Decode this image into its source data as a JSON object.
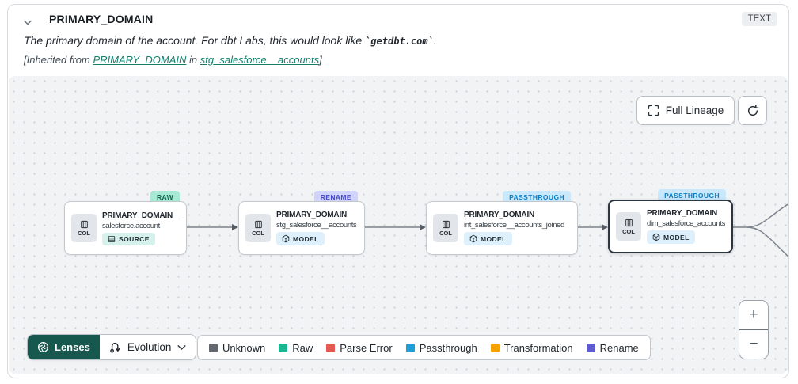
{
  "header": {
    "title": "PRIMARY_DOMAIN",
    "type_badge": "TEXT",
    "description": {
      "prefix": "The primary domain of the account. For dbt Labs, this would look like ",
      "code": "`getdbt.com`",
      "suffix": "."
    },
    "inherited": {
      "prefix": "[Inherited from ",
      "column_link": "PRIMARY_DOMAIN",
      "middle": " in ",
      "model_link": "stg_salesforce__accounts",
      "suffix": "]"
    }
  },
  "toolbar": {
    "full_lineage_label": "Full Lineage"
  },
  "graph": {
    "nodes": [
      {
        "tag": "RAW",
        "tag_type": "raw",
        "col_label": "COL",
        "title": "PRIMARY_DOMAIN__C",
        "subtitle": "salesforce.account",
        "badge": "SOURCE",
        "badge_type": "source",
        "selected": false
      },
      {
        "tag": "RENAME",
        "tag_type": "rename",
        "col_label": "COL",
        "title": "PRIMARY_DOMAIN",
        "subtitle": "stg_salesforce__accounts",
        "badge": "MODEL",
        "badge_type": "model",
        "selected": false
      },
      {
        "tag": "PASSTHROUGH",
        "tag_type": "passthrough",
        "col_label": "COL",
        "title": "PRIMARY_DOMAIN",
        "subtitle": "int_salesforce__accounts_joined",
        "badge": "MODEL",
        "badge_type": "model",
        "selected": false
      },
      {
        "tag": "PASSTHROUGH",
        "tag_type": "passthrough",
        "col_label": "COL",
        "title": "PRIMARY_DOMAIN",
        "subtitle": "dim_salesforce_accounts",
        "badge": "MODEL",
        "badge_type": "model",
        "selected": true
      }
    ]
  },
  "lenses": {
    "button_label": "Lenses",
    "selected_lens": "Evolution"
  },
  "legend": {
    "items": [
      {
        "label": "Unknown",
        "color": "#63686e"
      },
      {
        "label": "Raw",
        "color": "#19b68f"
      },
      {
        "label": "Parse Error",
        "color": "#e25a52"
      },
      {
        "label": "Passthrough",
        "color": "#1e9fd8"
      },
      {
        "label": "Transformation",
        "color": "#f2a302"
      },
      {
        "label": "Rename",
        "color": "#5e5ad1"
      }
    ]
  },
  "zoom_controls": {
    "zoom_in": "+",
    "zoom_out": "−"
  },
  "colors": {
    "link": "#12806d",
    "tag_raw_bg": "#a7e9d2",
    "tag_raw_text": "#0d6450",
    "tag_rename_bg": "#d0d3fa",
    "tag_rename_text": "#4649c5",
    "tag_passthrough_bg": "#c9e8fb",
    "tag_passthrough_text": "#0f7fc4",
    "source_badge_bg": "#d6f0ec",
    "model_badge_bg": "#def0fb",
    "lenses_bg": "#16574e",
    "canvas_bg": "#f1f3f5",
    "edge": "#7b828a"
  }
}
